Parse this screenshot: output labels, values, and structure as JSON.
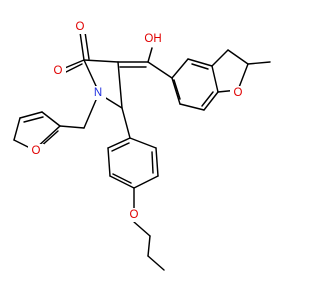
{
  "molecule": {
    "atom_labels": {
      "oxygen_ketone": "O",
      "oxygen_lactam": "O",
      "hydroxyl": "OH",
      "nitrogen": "N",
      "oxygen_furan": "O",
      "oxygen_dihydrofuran": "O",
      "oxygen_ether": "O"
    },
    "colors": {
      "bond": "#000000",
      "oxygen": "#e00000",
      "nitrogen": "#1f2fe0",
      "background": "#ffffff"
    }
  }
}
